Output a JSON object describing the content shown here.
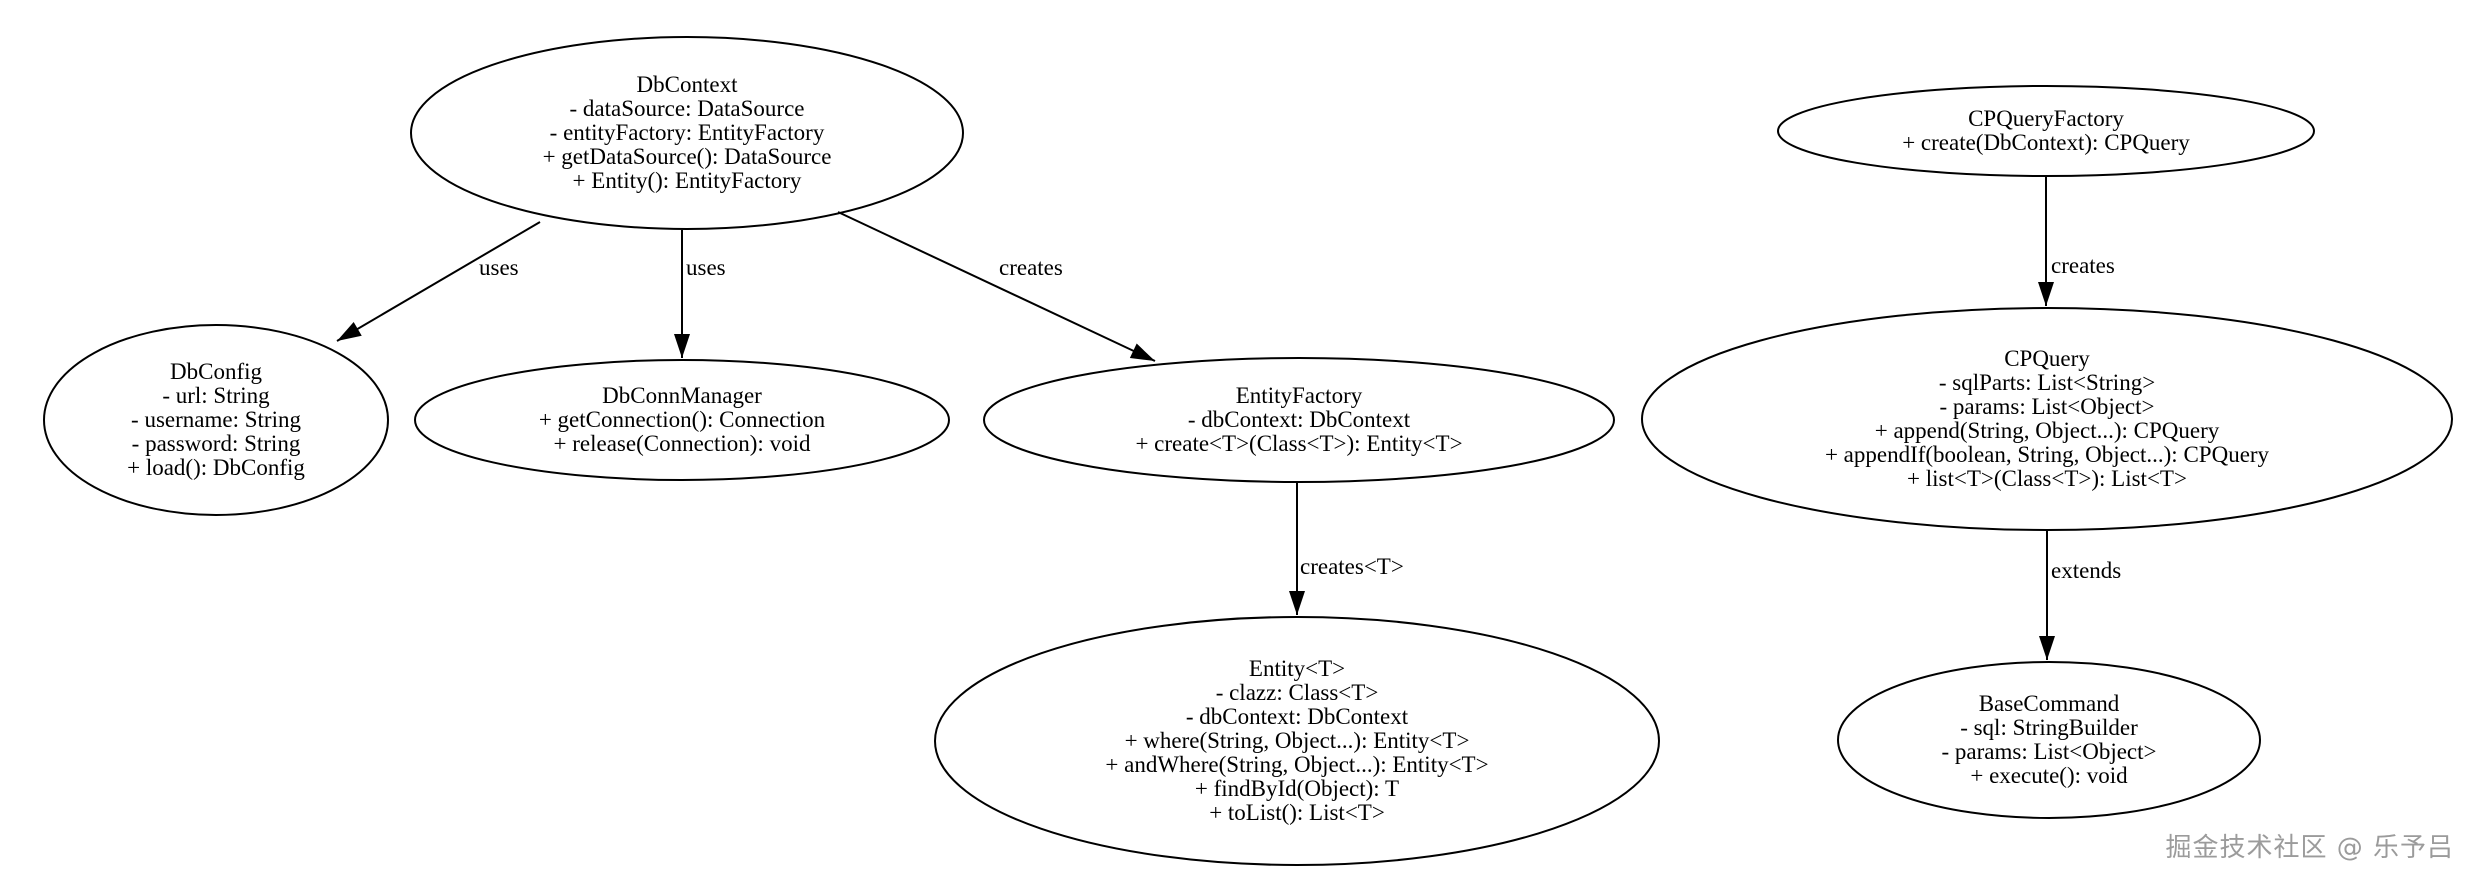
{
  "diagram": {
    "nodes": {
      "db_context": {
        "lines": [
          "DbContext",
          "- dataSource: DataSource",
          "- entityFactory: EntityFactory",
          "+ getDataSource(): DataSource",
          "+ Entity(): EntityFactory"
        ]
      },
      "db_config": {
        "lines": [
          "DbConfig",
          "- url: String",
          "- username: String",
          "- password: String",
          "+ load(): DbConfig"
        ]
      },
      "db_conn_manager": {
        "lines": [
          "DbConnManager",
          "+ getConnection(): Connection",
          "+ release(Connection): void"
        ]
      },
      "entity_factory": {
        "lines": [
          "EntityFactory",
          "- dbContext: DbContext",
          "+ create<T>(Class<T>): Entity<T>"
        ]
      },
      "cp_query_factory": {
        "lines": [
          "CPQueryFactory",
          "+ create(DbContext): CPQuery"
        ]
      },
      "cp_query": {
        "lines": [
          "CPQuery",
          "- sqlParts: List<String>",
          "- params: List<Object>",
          "+ append(String, Object...): CPQuery",
          "+ appendIf(boolean, String, Object...): CPQuery",
          "+ list<T>(Class<T>): List<T>"
        ]
      },
      "entity": {
        "lines": [
          "Entity<T>",
          "- clazz: Class<T>",
          "- dbContext: DbContext",
          "+ where(String, Object...): Entity<T>",
          "+ andWhere(String, Object...): Entity<T>",
          "+ findById(Object): T",
          "+ toList(): List<T>"
        ]
      },
      "base_command": {
        "lines": [
          "BaseCommand",
          "- sql: StringBuilder",
          "- params: List<Object>",
          "+ execute(): void"
        ]
      }
    },
    "edges": {
      "dbcontext_uses_dbconfig": {
        "label": "uses"
      },
      "dbcontext_uses_dbconnmanager": {
        "label": "uses"
      },
      "dbcontext_creates_entityfactory": {
        "label": "creates"
      },
      "entityfactory_creates_entity": {
        "label": "creates<T>"
      },
      "cpqueryfactory_creates_cpquery": {
        "label": "creates"
      },
      "cpquery_extends_basecommand": {
        "label": "extends"
      }
    },
    "watermark": "掘金技术社区 @ 乐予吕",
    "colors": {
      "stroke": "#000000",
      "background": "#ffffff",
      "watermark": "#9b9b9b"
    }
  }
}
